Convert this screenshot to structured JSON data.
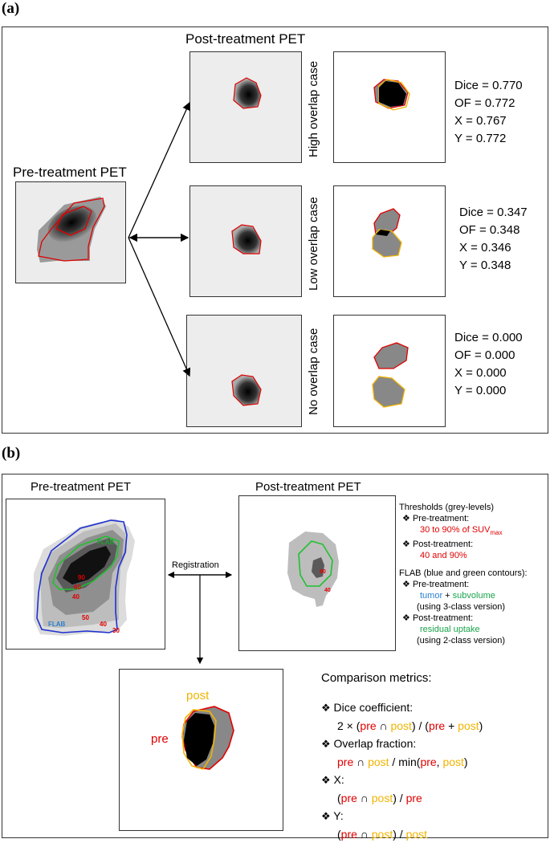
{
  "panel_a": {
    "label": "(a)",
    "post_title": "Post-treatment PET",
    "pre_title": "Pre-treatment PET",
    "cases": [
      {
        "name": "High overlap case",
        "dice": "Dice = 0.770",
        "of": "OF = 0.772",
        "x": "X = 0.767",
        "y": "Y = 0.772"
      },
      {
        "name": "Low overlap case",
        "dice": "Dice = 0.347",
        "of": "OF = 0.348",
        "x": "X = 0.346",
        "y": "Y = 0.348"
      },
      {
        "name": "No overlap case",
        "dice": "Dice = 0.000",
        "of": "OF = 0.000",
        "x": "X = 0.000",
        "y": "Y = 0.000"
      }
    ]
  },
  "panel_b": {
    "label": "(b)",
    "pre_title": "Pre-treatment PET",
    "post_title": "Post-treatment PET",
    "registration": "Registration",
    "pre_labels": {
      "flab_green": "FLAB",
      "flab_blue": "FLAB",
      "t90": "90",
      "t60": "60",
      "t40": "40",
      "t50": "50",
      "t40b": "40",
      "t30": "30"
    },
    "post_labels": {
      "t90": "90",
      "t40": "40"
    },
    "overlay_labels": {
      "post": "post",
      "pre": "pre"
    },
    "thresholds": {
      "heading": "Thresholds (grey-levels)",
      "pre_label": "Pre-treatment:",
      "pre_value": "30 to 90% of SUV",
      "pre_sub": "max",
      "post_label": "Post-treatment:",
      "post_value": "40 and 90%"
    },
    "flab": {
      "heading": "FLAB (blue and green contours):",
      "pre_label": "Pre-treatment:",
      "tumor": "tumor",
      "plus": " + ",
      "subvolume": "subvolume",
      "pre_note": "(using 3-class version)",
      "post_label": "Post-treatment:",
      "residual": "residual uptake",
      "post_note": "(using 2-class version)"
    },
    "comparison": {
      "heading": "Comparison metrics:",
      "bullet": "❖",
      "dice_label": "Dice coefficient:",
      "of_label": "Overlap fraction:",
      "x_label": "X:",
      "y_label": "Y:",
      "pre": "pre",
      "post": "post",
      "cap": " ∩ ",
      "plus": " + ",
      "two_x": "2 × (",
      "close_div_open": ") / (",
      "close": ")",
      "open": "(",
      "div": " / ",
      "min_open": " / min(",
      "comma": ", ",
      "close_div": ") / "
    }
  }
}
